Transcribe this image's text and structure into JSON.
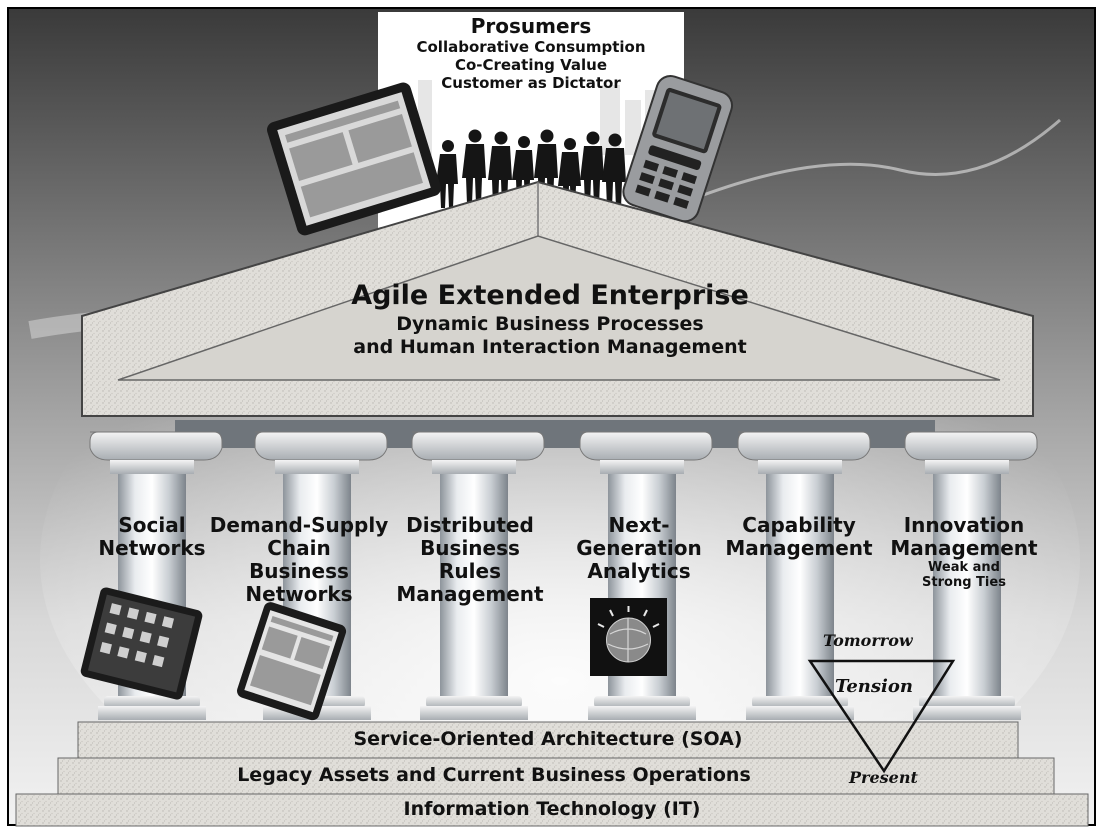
{
  "prosumers": {
    "title": "Prosumers",
    "lines": [
      "Collaborative Consumption",
      "Co-Creating Value",
      "Customer as Dictator"
    ]
  },
  "pediment": {
    "title": "Agile Extended Enterprise",
    "line1": "Dynamic Business Processes",
    "line2": "and Human Interaction Management"
  },
  "pillars": [
    {
      "label": "Social Networks",
      "line1": "Social",
      "line2": "Networks"
    },
    {
      "label": "Demand-Supply Chain Business Networks",
      "line1": "Demand-Supply",
      "line2": "Chain",
      "line3": "Business",
      "line4": "Networks"
    },
    {
      "label": "Distributed Business Rules Management",
      "line1": "Distributed",
      "line2": "Business",
      "line3": "Rules",
      "line4": "Management"
    },
    {
      "label": "Next-Generation Analytics",
      "line1": "Next-",
      "line2": "Generation",
      "line3": "Analytics"
    },
    {
      "label": "Capability Management",
      "line1": "Capability",
      "line2": "Management"
    },
    {
      "label": "Innovation Management",
      "line1": "Innovation",
      "line2": "Management",
      "sub1": "Weak and",
      "sub2": "Strong Ties"
    }
  ],
  "tension": {
    "top": "Tomorrow",
    "middle": "Tension",
    "bottom": "Present"
  },
  "foundation": {
    "soa": "Service-Oriented Architecture (SOA)",
    "legacy": "Legacy Assets and Current Business Operations",
    "it": "Information Technology (IT)"
  }
}
